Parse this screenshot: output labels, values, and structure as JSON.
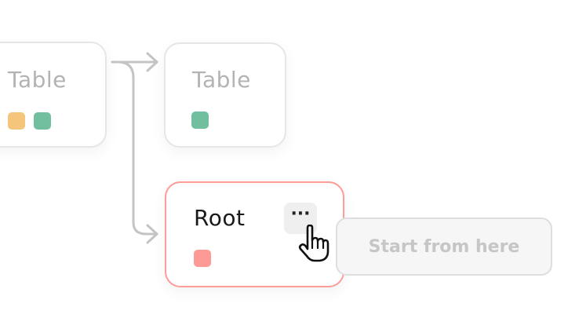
{
  "nodes": [
    {
      "title": "Table",
      "tags": [
        "#f4c57a",
        "#72bfa0"
      ]
    },
    {
      "title": "Table",
      "tags": [
        "#72bfa0"
      ]
    },
    {
      "title": "Root",
      "tags": [
        "#fd9a96"
      ],
      "more_icon": "ellipsis-icon"
    }
  ],
  "tooltip": {
    "label": "Start from here"
  },
  "colors": {
    "root_border": "#fd9c98",
    "connector": "#c4c4c4"
  }
}
